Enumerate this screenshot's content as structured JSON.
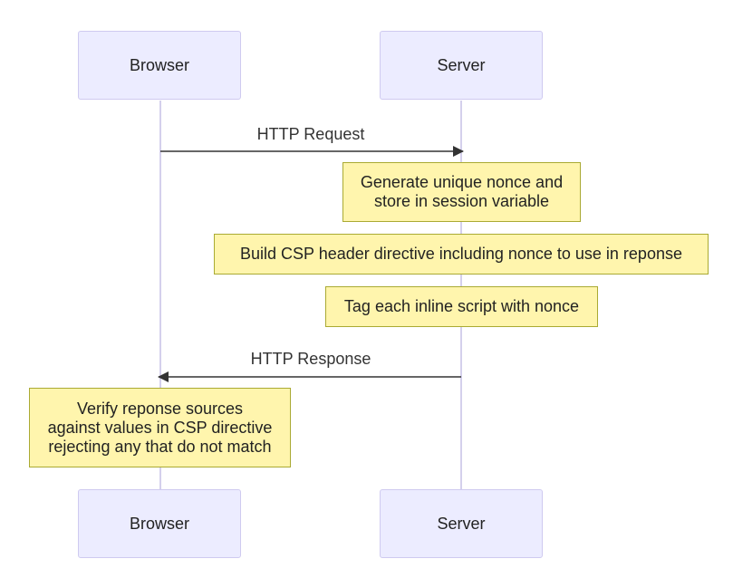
{
  "participants": {
    "browser": "Browser",
    "server": "Server"
  },
  "messages": {
    "request": "HTTP Request",
    "response": "HTTP Response"
  },
  "notes": {
    "generate": [
      "Generate unique nonce and",
      "store in session variable"
    ],
    "build_csp": "Build CSP header directive including nonce to use in reponse",
    "tag_script": "Tag each inline script with nonce",
    "verify": [
      "Verify reponse sources",
      "against values in CSP directive",
      "rejecting any that do not match"
    ]
  },
  "colors": {
    "actor_fill": "#ececff",
    "note_fill": "#fff5ad",
    "arrow": "#333333"
  }
}
